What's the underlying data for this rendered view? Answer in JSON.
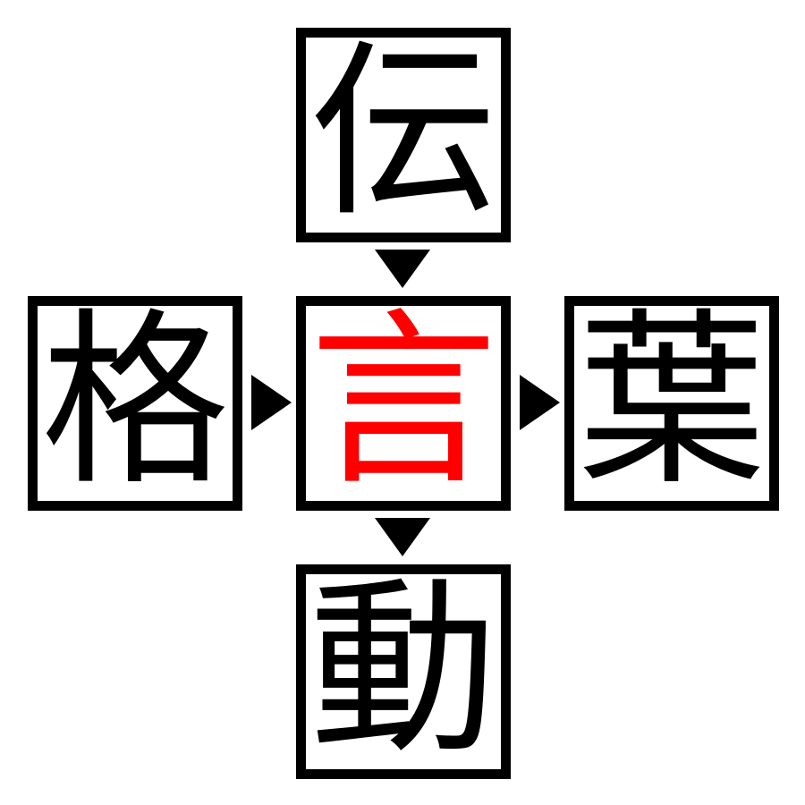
{
  "diagram": {
    "type": "kanji-association-puzzle",
    "title": "Kanji compound association diagram",
    "center": {
      "character": "言",
      "role": "center",
      "color": "#ff0000"
    },
    "outer": [
      {
        "position": "top",
        "character": "伝",
        "color": "#000000",
        "compound": "伝言",
        "direction": "outer-to-center"
      },
      {
        "position": "left",
        "character": "格",
        "color": "#000000",
        "compound": "格言",
        "direction": "outer-to-center"
      },
      {
        "position": "right",
        "character": "葉",
        "color": "#000000",
        "compound": "言葉",
        "direction": "center-to-outer"
      },
      {
        "position": "bottom",
        "character": "動",
        "color": "#000000",
        "compound": "言動",
        "direction": "center-to-outer"
      }
    ],
    "arrows": [
      {
        "name": "top-to-center",
        "glyph": "▼",
        "direction": "down"
      },
      {
        "name": "left-to-center",
        "glyph": "▶",
        "direction": "right"
      },
      {
        "name": "center-to-right",
        "glyph": "▶",
        "direction": "right"
      },
      {
        "name": "center-to-bottom",
        "glyph": "▼",
        "direction": "down"
      }
    ],
    "colors": {
      "background": "#ffffff",
      "border": "#000000",
      "glyph": "#000000",
      "highlight": "#ff0000"
    }
  }
}
